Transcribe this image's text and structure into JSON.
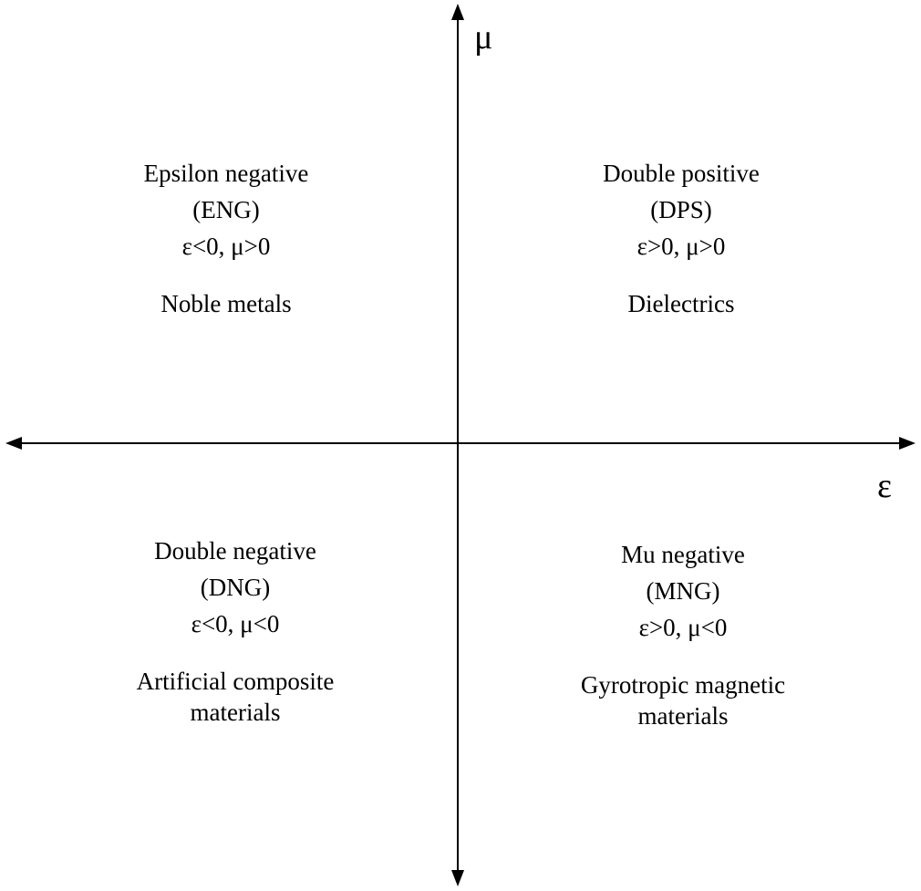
{
  "axes": {
    "vertical_label": "μ",
    "horizontal_label": "ε"
  },
  "quadrants": {
    "top_left": {
      "name": "Epsilon negative",
      "abbr": "(ENG)",
      "condition": "ε<0, μ>0",
      "example": "Noble metals"
    },
    "top_right": {
      "name": "Double positive",
      "abbr": "(DPS)",
      "condition": "ε>0, μ>0",
      "example": "Dielectrics"
    },
    "bottom_left": {
      "name": "Double negative",
      "abbr": "(DNG)",
      "condition": "ε<0, μ<0",
      "example": "Artificial composite materials"
    },
    "bottom_right": {
      "name": "Mu negative",
      "abbr": "(MNG)",
      "condition": "ε>0, μ<0",
      "example": "Gyrotropic magnetic materials"
    }
  },
  "colors": {
    "line": "#000000",
    "text": "#000000",
    "background": "#ffffff"
  }
}
